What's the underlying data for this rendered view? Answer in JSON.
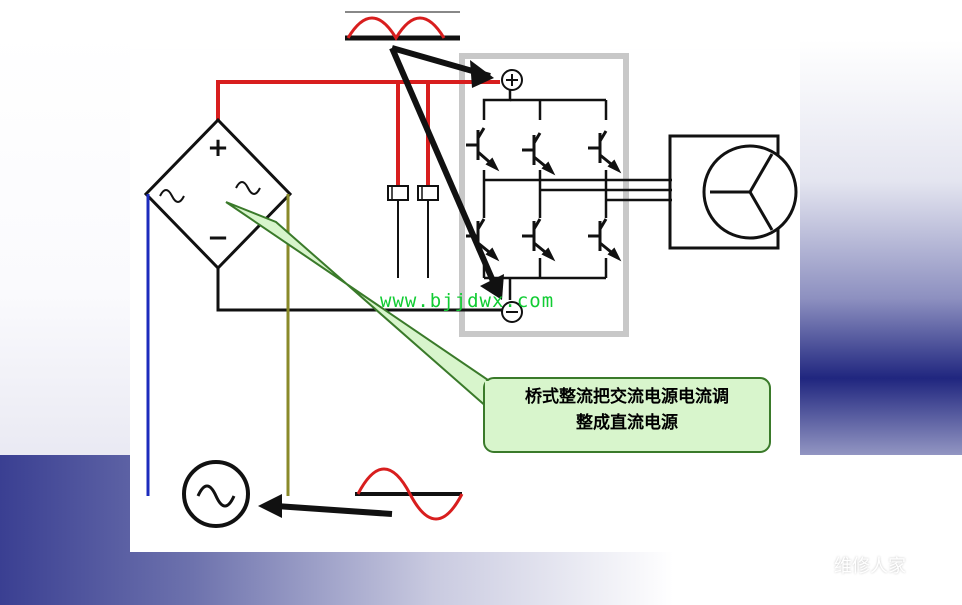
{
  "callout": {
    "text": "桥式整流把交流电源电流调整成直流电源"
  },
  "watermark": {
    "text": "www.bjjdwx.com"
  },
  "brand": {
    "name": "维修人家",
    "icon": "wechat-icon"
  },
  "symbols": {
    "plus": "+",
    "minus": "−",
    "positive_terminal": "⊕",
    "negative_terminal": "⊖"
  },
  "colors": {
    "dc_positive": "#d81e1e",
    "ac_line_blue": "#1c2bbd",
    "ac_line_olive": "#8a8a2a",
    "callout_fill": "#d8f5cc",
    "callout_border": "#3a7a2a",
    "watermark": "#11cc33"
  }
}
